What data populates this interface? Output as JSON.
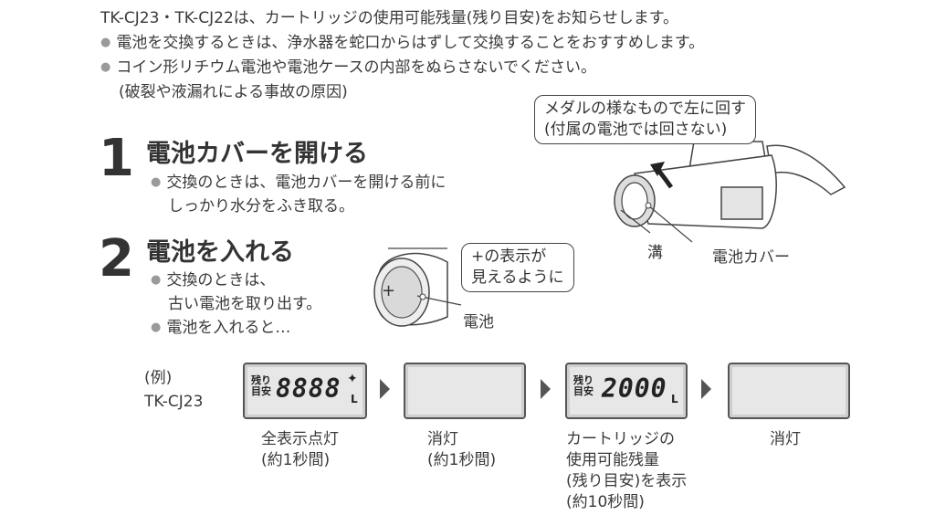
{
  "intro": {
    "line1": "TK-CJ23・TK-CJ22は、カートリッジの使用可能残量(残り目安)をお知らせします。",
    "bullet1": "電池を交換するときは、浄水器を蛇口からはずして交換することをおすすめします。",
    "bullet2": "コイン形リチウム電池や電池ケースの内部をぬらさないでください。",
    "note": "(破裂や液漏れによる事故の原因)"
  },
  "step1": {
    "number": "1",
    "title": "電池カバーを開ける",
    "bullet_line1": "交換のときは、電池カバーを開ける前に",
    "bullet_line2": "しっかり水分をふき取る。"
  },
  "step2": {
    "number": "2",
    "title": "電池を入れる",
    "bullet1_line1": "交換のときは、",
    "bullet1_line2": "古い電池を取り出す。",
    "bullet2": "電池を入れると…"
  },
  "faucet": {
    "callout_line1": "メダルの様なもので左に回す",
    "callout_line2": "(付属の電池では回さない)",
    "label_groove": "溝",
    "label_cover": "電池カバー"
  },
  "battery": {
    "callout_line1": "+の表示が",
    "callout_line2": "見えるように",
    "label": "電池",
    "plus": "+"
  },
  "example": {
    "label": "(例)",
    "model": "TK-CJ23"
  },
  "lcd": {
    "remain_line1": "残り",
    "remain_line2": "目安",
    "digits_all": "8888",
    "unit": "L",
    "value": "2000"
  },
  "captions": {
    "c1_line1": "全表示点灯",
    "c1_line2": "(約1秒間)",
    "c2_line1": "消灯",
    "c2_line2": "(約1秒間)",
    "c3_line1": "カートリッジの",
    "c3_line2": "使用可能残量",
    "c3_line3": "(残り目安)を表示",
    "c3_line4": "(約10秒間)",
    "c4_line1": "消灯"
  }
}
